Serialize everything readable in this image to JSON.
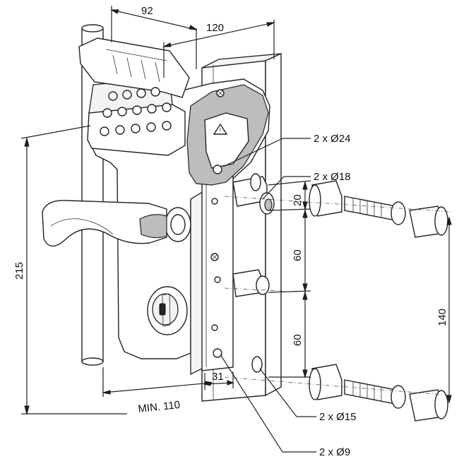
{
  "dimensions": {
    "d92": "92",
    "d120": "120",
    "d215": "215",
    "d20": "20",
    "d60a": "60",
    "d60b": "60",
    "d140": "140",
    "d31": "31",
    "dmin110": "MIN. 110"
  },
  "callouts": {
    "c24": "2 x Ø24",
    "c18": "2 x Ø18",
    "c15": "2 x Ø15",
    "c9": "2 x Ø9"
  },
  "colors": {
    "line": "#222222",
    "background": "#ffffff"
  }
}
